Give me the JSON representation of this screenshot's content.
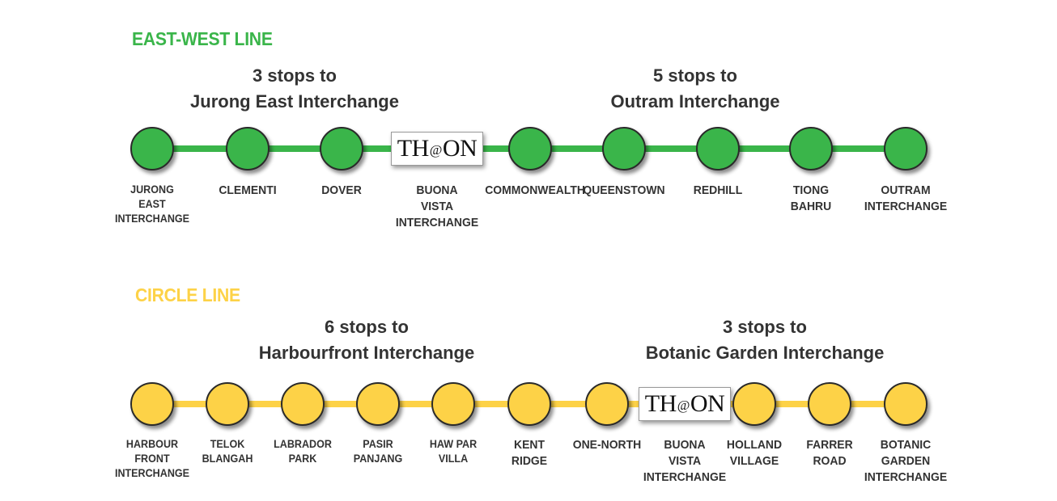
{
  "ew": {
    "title": "EAST-WEST LINE",
    "color": "#3ab54a",
    "left_dir": {
      "line1": "3 stops to",
      "line2": "Jurong East Interchange"
    },
    "right_dir": {
      "line1": "5 stops to",
      "line2": "Outram Interchange"
    },
    "stations": [
      {
        "label": "JURONG\nEAST\nINTERCHANGE"
      },
      {
        "label": "CLEMENTI"
      },
      {
        "label": "DOVER"
      },
      {
        "label": "BUONA\nVISTA\nINTERCHANGE",
        "logo": true
      },
      {
        "label": "COMMONWEALTH"
      },
      {
        "label": "QUEENSTOWN"
      },
      {
        "label": "REDHILL"
      },
      {
        "label": "TIONG\nBAHRU"
      },
      {
        "label": "OUTRAM\nINTERCHANGE"
      }
    ]
  },
  "cc": {
    "title": "CIRCLE LINE",
    "color": "#fdd247",
    "left_dir": {
      "line1": "6 stops to",
      "line2": "Harbourfront Interchange"
    },
    "right_dir": {
      "line1": "3 stops to",
      "line2": "Botanic Garden Interchange"
    },
    "stations": [
      {
        "label": "HARBOUR\nFRONT\nINTERCHANGE"
      },
      {
        "label": "TELOK\nBLANGAH"
      },
      {
        "label": "LABRADOR\nPARK"
      },
      {
        "label": "PASIR\nPANJANG"
      },
      {
        "label": "HAW PAR\nVILLA"
      },
      {
        "label": "KENT\nRIDGE"
      },
      {
        "label": "ONE-NORTH"
      },
      {
        "label": "BUONA\nVISTA\nINTERCHANGE",
        "logo": true
      },
      {
        "label": "HOLLAND\nVILLAGE"
      },
      {
        "label": "FARRER\nROAD"
      },
      {
        "label": "BOTANIC\nGARDEN\nINTERCHANGE"
      }
    ]
  },
  "logo": {
    "pre": "TH",
    "at": "@",
    "post": "ON"
  },
  "colors": {
    "text": "#333333",
    "outline": "#2a2a2a"
  }
}
